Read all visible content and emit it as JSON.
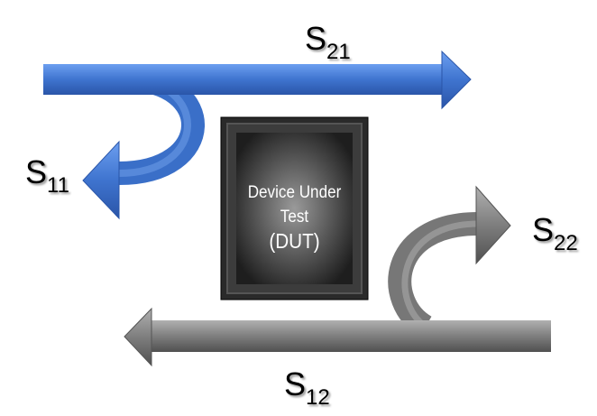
{
  "dut": {
    "line1": "Device Under",
    "line2": "Test",
    "line3": "(DUT)"
  },
  "labels": {
    "s21": {
      "main": "S",
      "sub": "21"
    },
    "s11": {
      "main": "S",
      "sub": "11"
    },
    "s22": {
      "main": "S",
      "sub": "22"
    },
    "s12": {
      "main": "S",
      "sub": "12"
    }
  },
  "colors": {
    "incident": "#3f74cf",
    "reverse": "#7a7a7a",
    "dut": "#3a3a3a"
  }
}
